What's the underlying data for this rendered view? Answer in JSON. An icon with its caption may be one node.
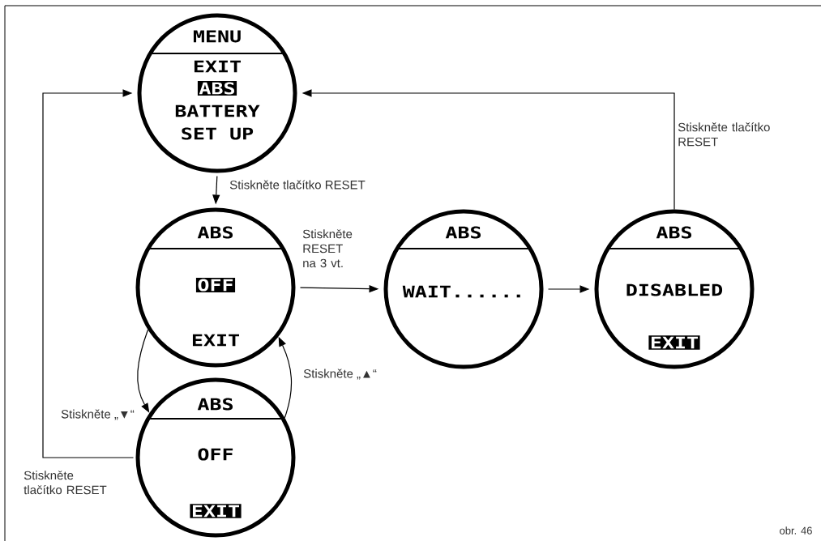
{
  "diagram": {
    "nodes": [
      {
        "text": [
          "MENU",
          "EXIT",
          "ABS",
          "BATTERY",
          "SET UP"
        ]
      },
      {
        "text": [
          "ABS",
          "OFF",
          "EXIT"
        ]
      },
      {
        "text": [
          "ABS",
          "WAIT......"
        ]
      },
      {
        "text": [
          "ABS",
          "DISABLED",
          "EXIT"
        ]
      },
      {
        "text": [
          "ABS",
          "OFF",
          "EXIT"
        ]
      }
    ],
    "edges": [
      {
        "from": 0,
        "to": 1,
        "arrow": "to",
        "label": "Stiskněte tlačítko RESET"
      },
      {
        "from": 1,
        "to": 2,
        "arrow": "to",
        "label": "Stiskněte RESET na 3 vt."
      },
      {
        "from": 2,
        "to": 3,
        "arrow": "to"
      },
      {
        "from": 3,
        "to": 0,
        "arrow": "to",
        "label": "Stiskněte tlačítko RESET"
      },
      {
        "from": 1,
        "to": 4,
        "arrow": "to",
        "label": "Stiskněte „▼“"
      },
      {
        "from": 4,
        "to": 1,
        "arrow": "to",
        "label": "Stiskněte „▲“"
      },
      {
        "from": 4,
        "to": 0,
        "arrow": "to",
        "label": "Stiskněte tlačítko RESET"
      }
    ],
    "labels": [
      "obr. 46"
    ]
  }
}
